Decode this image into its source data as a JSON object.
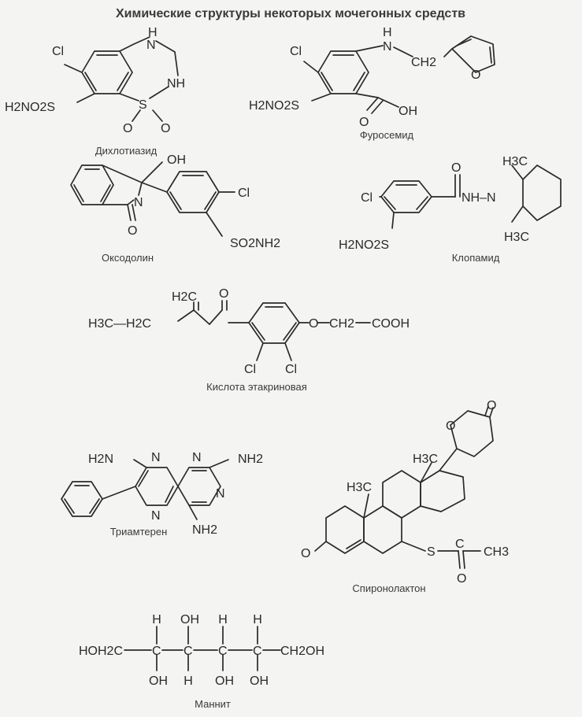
{
  "title": "Химические структуры некоторых мочегонных средств",
  "compounds": {
    "dichlorothiazide": {
      "name": "Дихлотиазид",
      "atoms": {
        "cl": "Cl",
        "h": "H",
        "n": "N",
        "nh": "NH",
        "s_ring": "S",
        "o1": "O",
        "o2": "O",
        "sulfonamide": "H2NO2S"
      }
    },
    "furosemide": {
      "name": "Фуросемид",
      "atoms": {
        "cl": "Cl",
        "h": "H",
        "n": "N",
        "ch2": "CH2",
        "o_furan": "O",
        "o_carbonyl": "O",
        "oh": "OH",
        "sulfonamide": "H2NO2S"
      }
    },
    "oxodolin": {
      "name": "Оксодолин",
      "atoms": {
        "oh": "OH",
        "n": "N",
        "o": "O",
        "cl": "Cl",
        "sulfonamide": "SO2NH2"
      }
    },
    "clopamide": {
      "name": "Клопамид",
      "atoms": {
        "cl": "Cl",
        "o": "O",
        "nh_n": "NH–N",
        "ch3_top": "H3C",
        "ch3_bottom": "H3C",
        "sulfonamide": "H2NO2S"
      }
    },
    "ethacrynic_acid": {
      "name": "Кислота этакриновая",
      "atoms": {
        "ch2_vinyl": "H2C",
        "o": "O",
        "ethyl": "H3C—H2C",
        "o_ether": "O",
        "ch2": "CH2",
        "cooh": "COOH",
        "cl1": "Cl",
        "cl2": "Cl"
      }
    },
    "triamterene": {
      "name": "Триамтерен",
      "atoms": {
        "nh2_left": "H2N",
        "n1": "N",
        "n2": "N",
        "nh2_right": "NH2",
        "n3": "N",
        "n4": "N",
        "nh2_bottom": "NH2"
      }
    },
    "spironolactone": {
      "name": "Спиронолактон",
      "atoms": {
        "o_lactone_ring": "O",
        "o_lactone_carbonyl": "O",
        "ch3_top": "H3C",
        "ch3_mid": "H3C",
        "o_ketone": "O",
        "s": "S",
        "c": "C",
        "o_thio": "O",
        "ch3_acetyl": "CH3"
      }
    },
    "mannitol": {
      "name": "Маннит",
      "atoms": {
        "hoh2c": "HOH2C",
        "c1": "C",
        "c2": "C",
        "c3": "C",
        "c4": "C",
        "ch2oh": "CH2OH",
        "top1": "H",
        "top2": "OH",
        "top3": "H",
        "top4": "H",
        "bot1": "OH",
        "bot2": "H",
        "bot3": "OH",
        "bot4": "OH"
      }
    }
  }
}
